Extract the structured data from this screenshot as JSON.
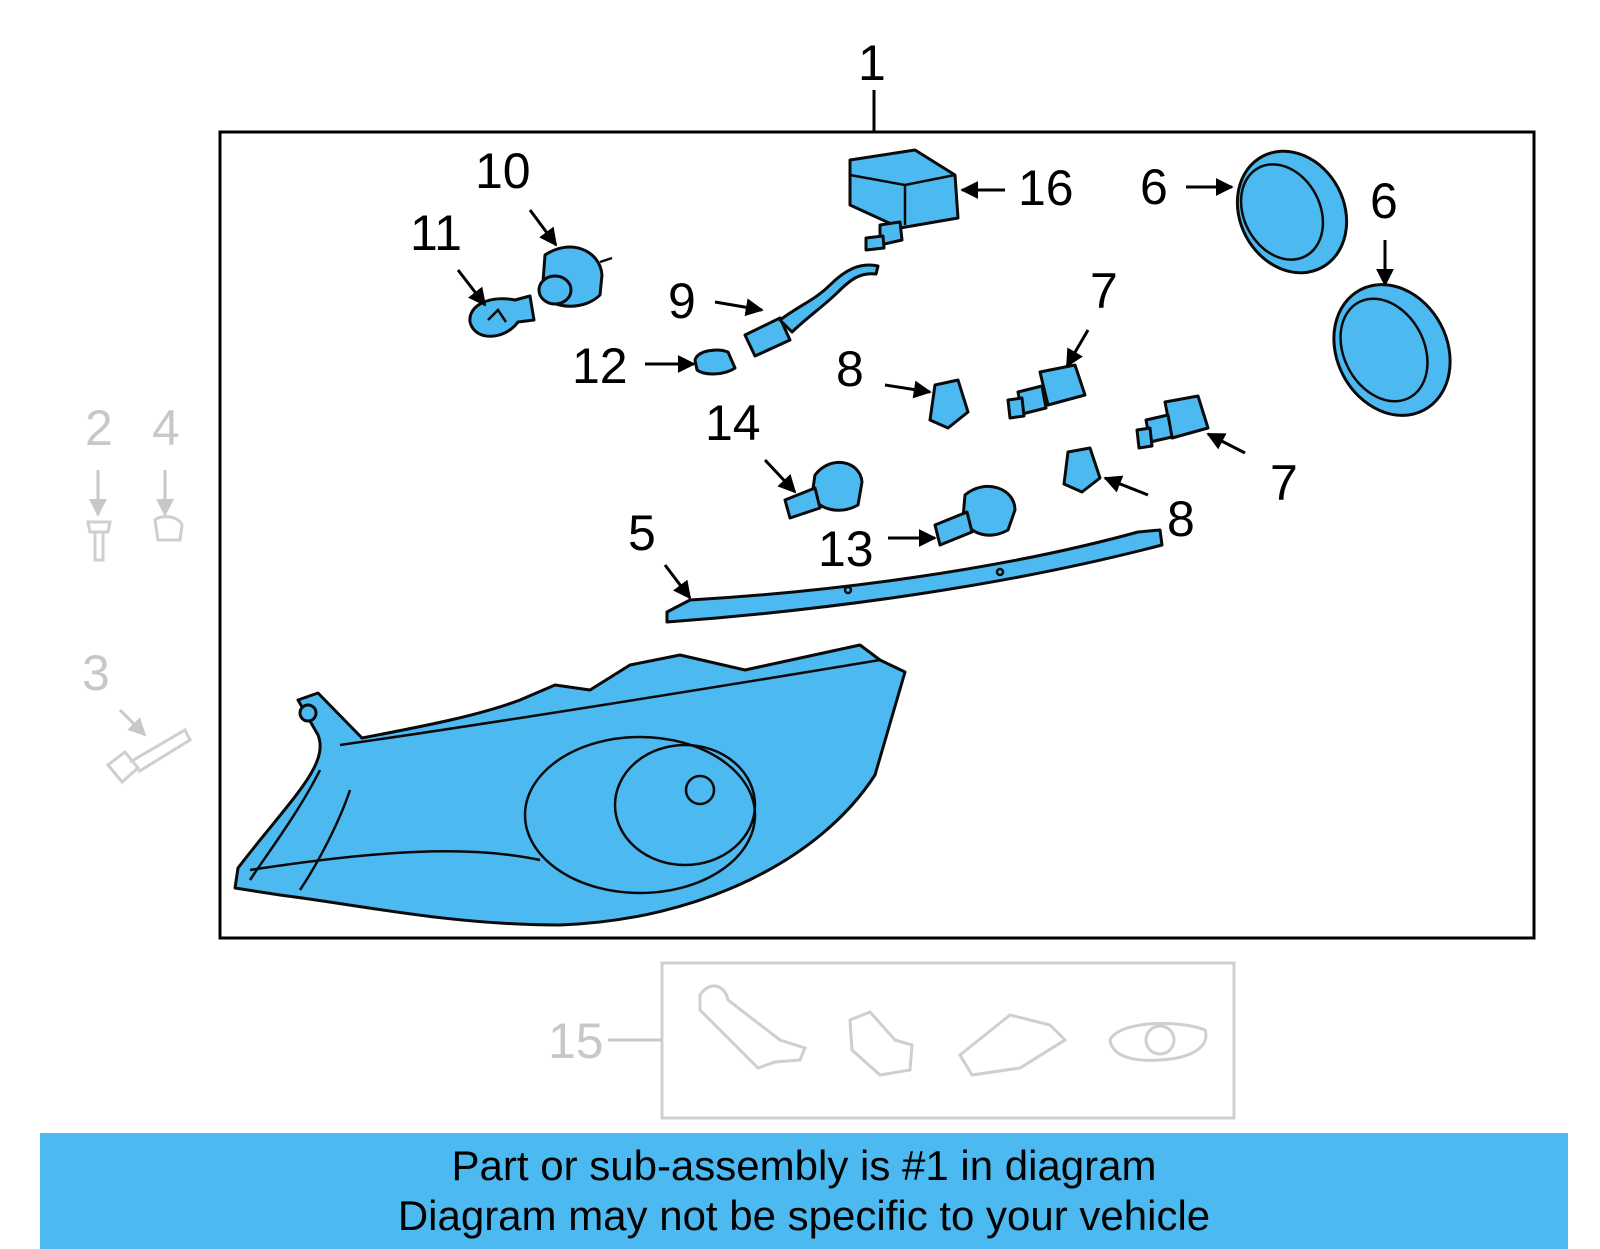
{
  "callouts": {
    "c1": "1",
    "c2": "2",
    "c3": "3",
    "c4": "4",
    "c5": "5",
    "c6a": "6",
    "c6b": "6",
    "c7a": "7",
    "c7b": "7",
    "c8a": "8",
    "c8b": "8",
    "c9": "9",
    "c10": "10",
    "c11": "11",
    "c12": "12",
    "c13": "13",
    "c14": "14",
    "c15": "15",
    "c16": "16"
  },
  "banner": {
    "line1": "Part or sub-assembly is #1 in diagram",
    "line2": "Diagram may not be specific to your vehicle"
  },
  "colors": {
    "highlight": "#4cb9f0",
    "inactive": "#c8c8c8",
    "ink": "#0a0a0a"
  }
}
